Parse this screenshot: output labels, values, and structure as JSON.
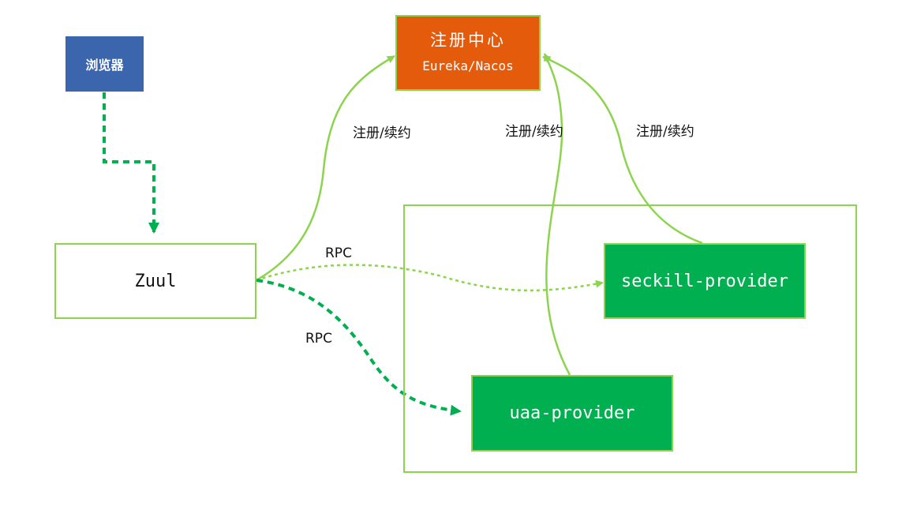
{
  "nodes": {
    "browser": "浏览器",
    "registry_title": "注册中心",
    "registry_subtitle": "Eureka/Nacos",
    "zuul": "Zuul",
    "seckill": "seckill-provider",
    "uaa": "uaa-provider"
  },
  "edges": {
    "rpc_top": "RPC",
    "rpc_bottom": "RPC",
    "register_zuul": "注册/续约",
    "register_uaa": "注册/续约",
    "register_seckill": "注册/续约"
  },
  "colors": {
    "browser": "#3b65ad",
    "registry": "#e55b0c",
    "provider": "#00b050",
    "outline": "#8cd44e",
    "dashed_arrow": "#00b050"
  }
}
